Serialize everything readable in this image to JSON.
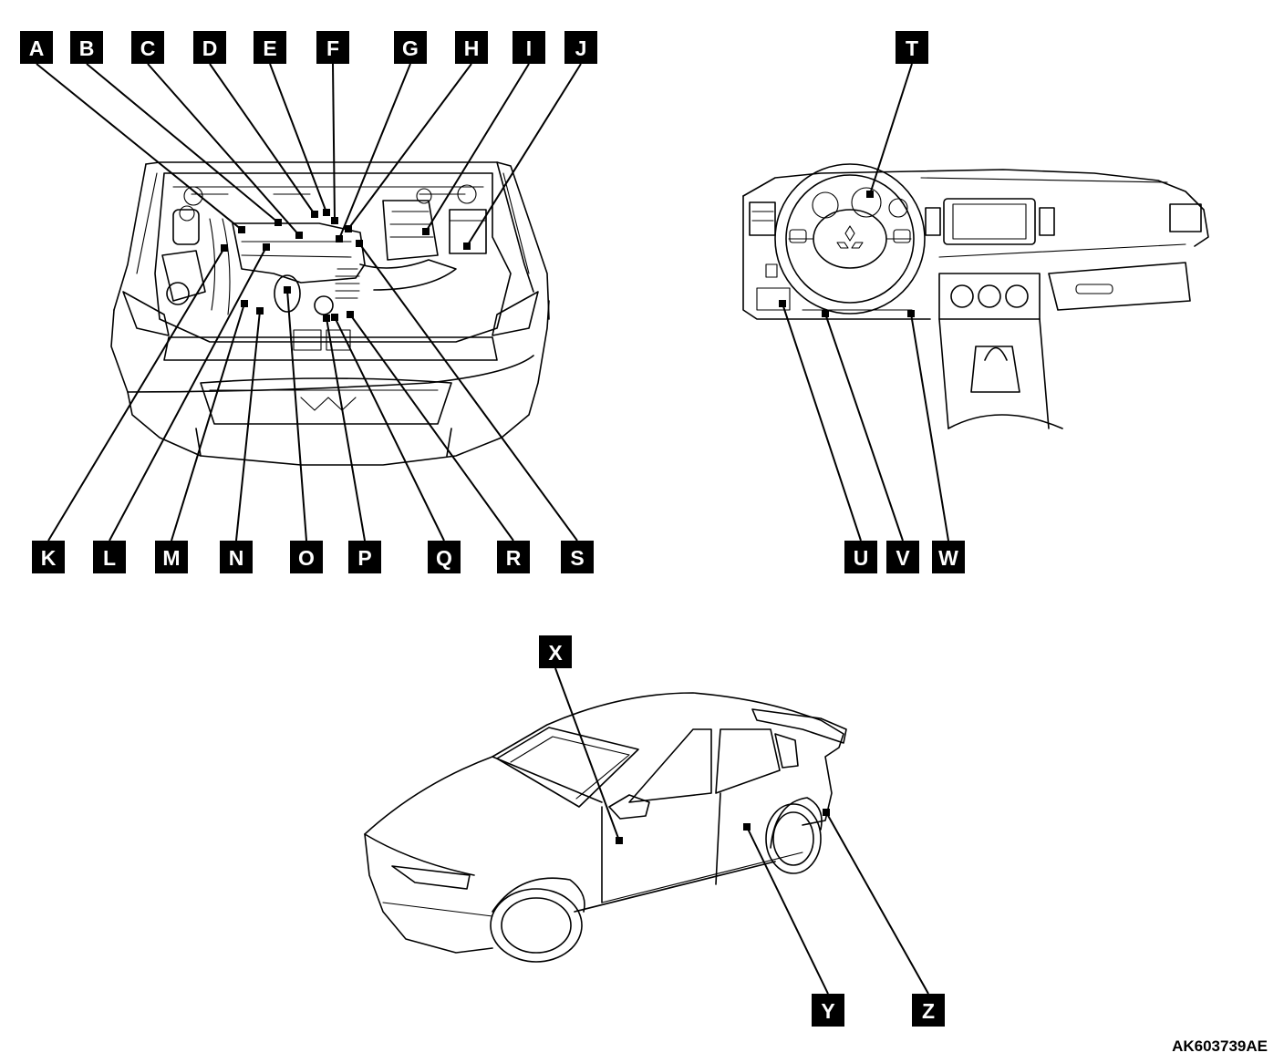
{
  "figure": {
    "code": "AK603739AE"
  },
  "callouts": [
    "A",
    "B",
    "C",
    "D",
    "E",
    "F",
    "G",
    "H",
    "I",
    "J",
    "K",
    "L",
    "M",
    "N",
    "O",
    "P",
    "Q",
    "R",
    "S",
    "T",
    "U",
    "V",
    "W",
    "X",
    "Y",
    "Z"
  ]
}
